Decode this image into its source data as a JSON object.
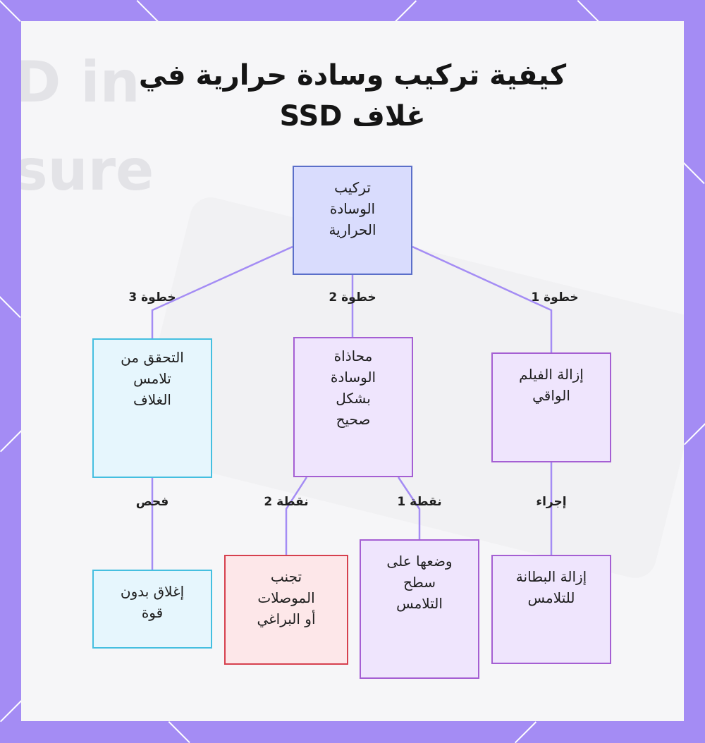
{
  "title": {
    "line1": "كيفية تركيب وسادة حرارية في",
    "line2": "غلاف SSD"
  },
  "background_text": [
    "D in",
    "sure"
  ],
  "nodes": {
    "root": "تركيب\nالوسادة\nالحرارية",
    "step1": "إزالة الفيلم\nالواقي",
    "step2": "محاذاة\nالوسادة\nبشكل\nصحيح",
    "step3": "التحقق من\nتلامس\nالغلاف",
    "action1": "إزالة البطانة\nللتلامس",
    "point1": "وضعها على\nسطح\nالتلامس",
    "point2": "تجنب\nالموصلات\nأو البراغي",
    "check": "إغلاق بدون\nقوة"
  },
  "edge_labels": {
    "step1": "خطوة 1",
    "step2": "خطوة 2",
    "step3": "خطوة 3",
    "action": "إجراء",
    "point1": "نقطة 1",
    "point2": "نقطة 2",
    "check": "فحص"
  },
  "colors": {
    "frame": "#a48cf4",
    "edge": "#a48cf4",
    "blue_fill": "#d9dcfd",
    "purple_fill": "#efe5fd",
    "cyan_fill": "#e6f6fd",
    "red_fill": "#fde7e9"
  }
}
